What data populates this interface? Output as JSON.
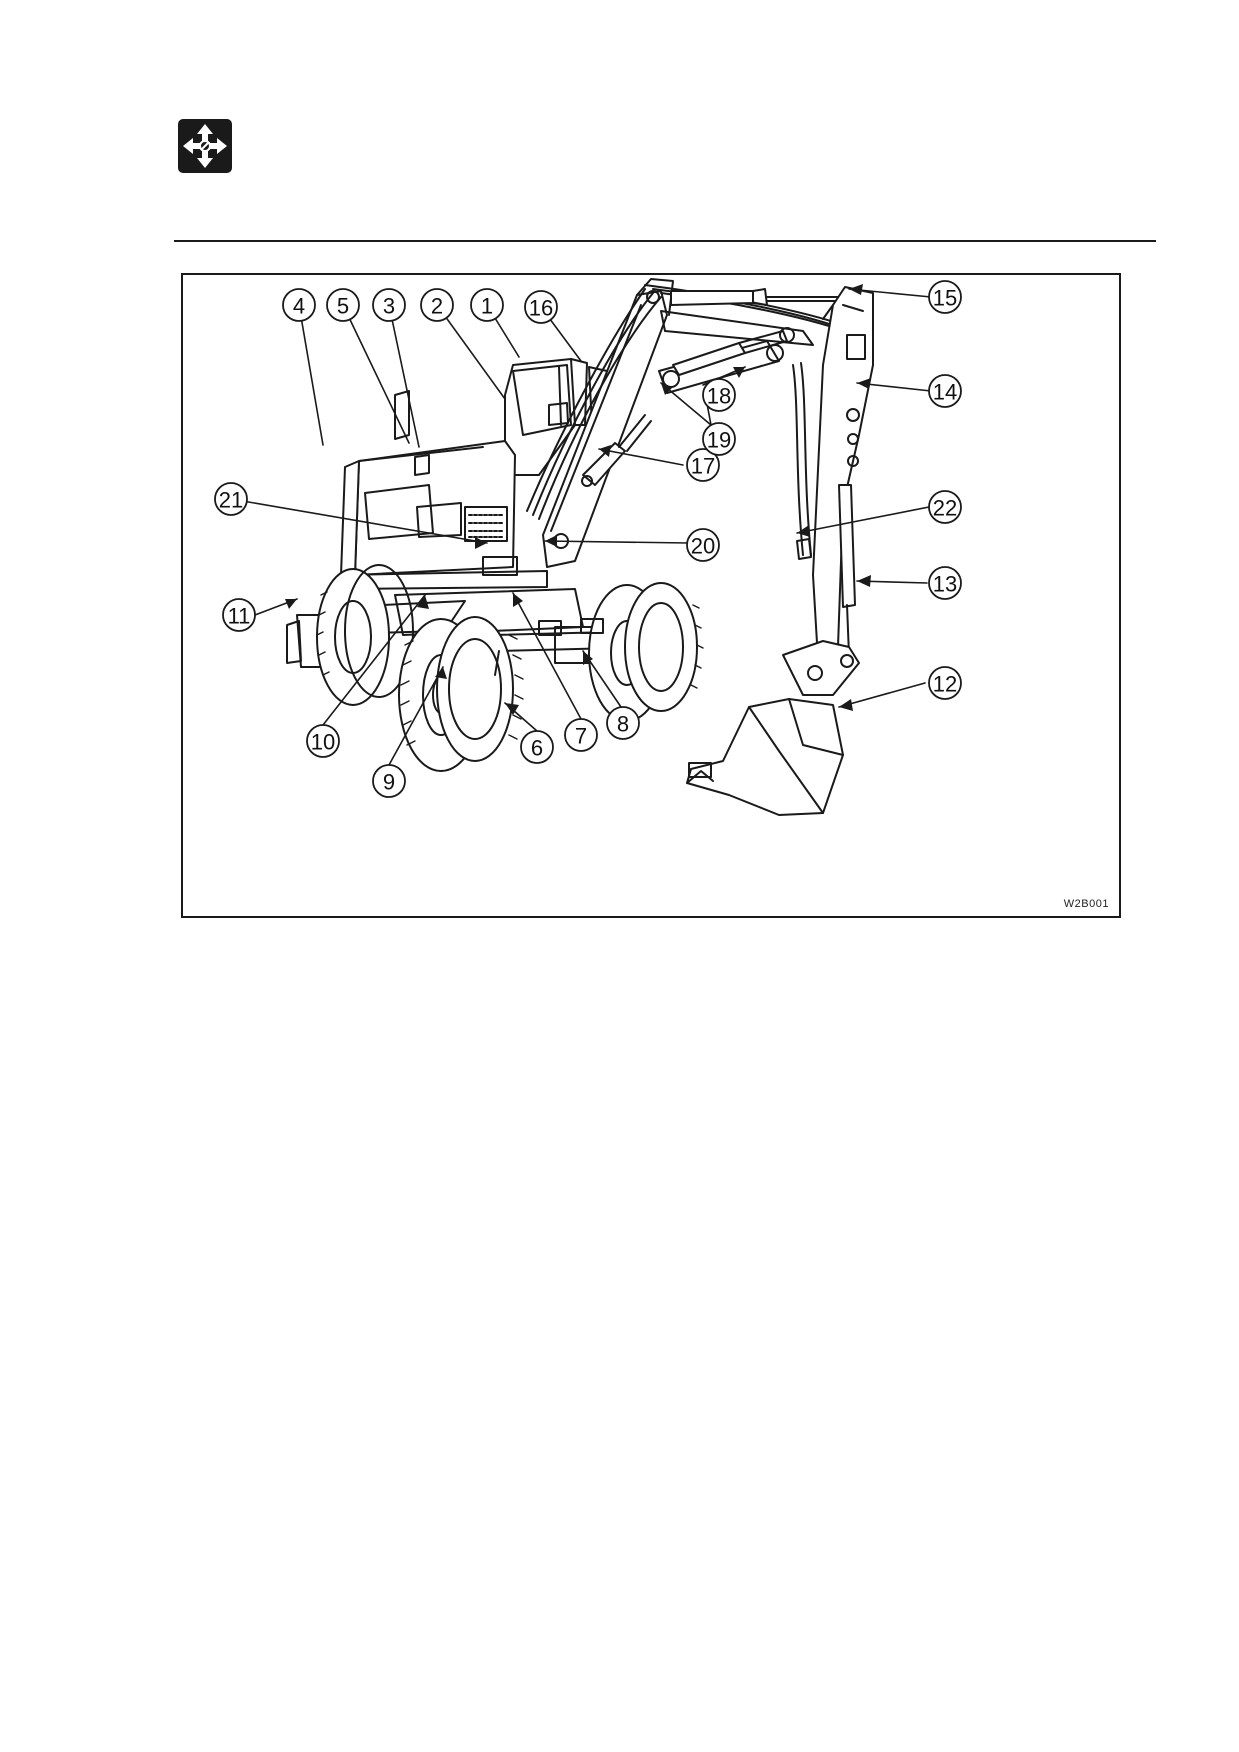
{
  "figure": {
    "code": "W2B001",
    "callouts": [
      "1",
      "2",
      "3",
      "4",
      "5",
      "6",
      "7",
      "8",
      "9",
      "10",
      "11",
      "12",
      "13",
      "14",
      "15",
      "16",
      "17",
      "18",
      "19",
      "20",
      "21",
      "22"
    ]
  }
}
